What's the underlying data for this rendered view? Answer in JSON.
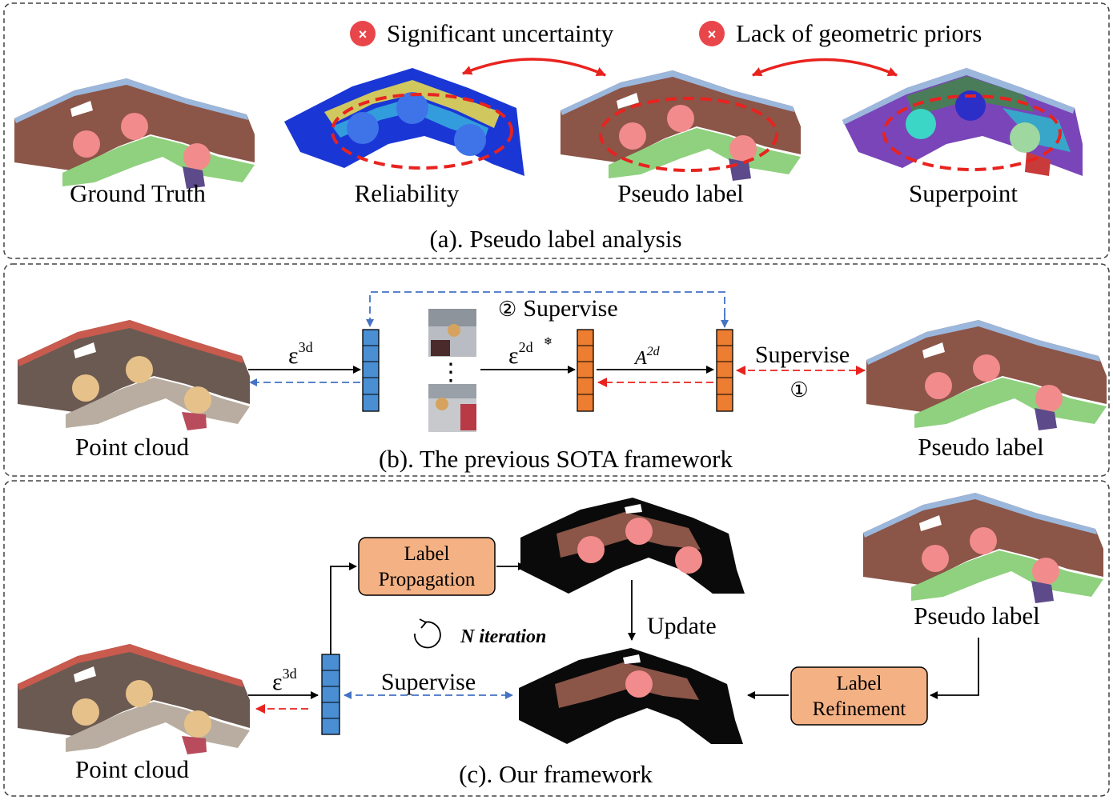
{
  "panel_a": {
    "warnings": [
      {
        "icon": "error-x-icon",
        "text": "Significant uncertainty"
      },
      {
        "icon": "error-x-icon",
        "text": "Lack of geometric priors"
      }
    ],
    "images": [
      "Ground Truth",
      "Reliability",
      "Pseudo label",
      "Superpoint"
    ],
    "caption": "(a). Pseudo label analysis"
  },
  "panel_b": {
    "point_cloud_label": "Point cloud",
    "pseudo_label_label": "Pseudo label",
    "enc3d": "ε",
    "enc3d_sup": "3d",
    "enc2d": "ε",
    "enc2d_sup": "2d",
    "frozen_icon": "snowflake-icon",
    "adapter": "A",
    "adapter_sup": "2d",
    "supervise_top_num": "②",
    "supervise_top": "Supervise",
    "supervise_right": "Supervise",
    "supervise_right_num": "①",
    "dots": "⋮",
    "caption": "(b). The previous SOTA framework"
  },
  "panel_c": {
    "point_cloud_label": "Point cloud",
    "enc3d": "ε",
    "enc3d_sup": "3d",
    "label_propagation": [
      "Label",
      "Propagation"
    ],
    "label_refinement": [
      "Label",
      "Refinement"
    ],
    "update": "Update",
    "iteration": "N iteration",
    "supervise": "Supervise",
    "pseudo_label_label": "Pseudo label",
    "caption": "(c). Our framework"
  },
  "colors": {
    "arrow_red": "#e8231f",
    "arrow_blue": "#4472c4",
    "box_orange": "#f4b183",
    "enc_blue": "#4a8fd4",
    "enc_orange": "#ed7d31",
    "wall_brown": "#8b5548",
    "floor_green": "#8fd17e",
    "chair_pink": "#f28b8b",
    "ceiling_blue": "#9bb7dc"
  }
}
